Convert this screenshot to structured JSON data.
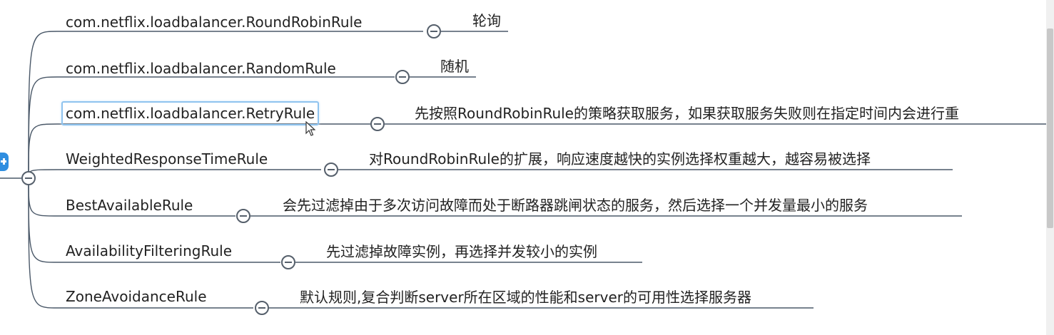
{
  "branches": [
    {
      "label": "com.netflix.loadbalancer.RoundRobinRule",
      "description": "轮询",
      "selected": false
    },
    {
      "label": "com.netflix.loadbalancer.RandomRule",
      "description": "随机",
      "selected": false
    },
    {
      "label": "com.netflix.loadbalancer.RetryRule",
      "description": "先按照RoundRobinRule的策略获取服务，如果获取服务失败则在指定时间内会进行重",
      "selected": true
    },
    {
      "label": "WeightedResponseTimeRule",
      "description": "对RoundRobinRule的扩展，响应速度越快的实例选择权重越大，越容易被选择",
      "selected": false
    },
    {
      "label": "BestAvailableRule",
      "description": "会先过滤掉由于多次访问故障而处于断路器跳闸状态的服务，然后选择一个并发量最小的服务",
      "selected": false
    },
    {
      "label": "AvailabilityFilteringRule",
      "description": "先过滤掉故障实例，再选择并发较小的实例",
      "selected": false
    },
    {
      "label": "ZoneAvoidanceRule",
      "description": "默认规则,复合判断server所在区域的性能和server的可用性选择服务器",
      "selected": false
    }
  ],
  "colors": {
    "connector": "#4a5868",
    "text": "#222222",
    "root_icon": "#2f8ee0",
    "selection_border": "#8fc3ee"
  },
  "icons": {
    "collapse": "minus-circle-icon",
    "root": "plus-square-icon",
    "cursor": "mouse-pointer-icon"
  }
}
